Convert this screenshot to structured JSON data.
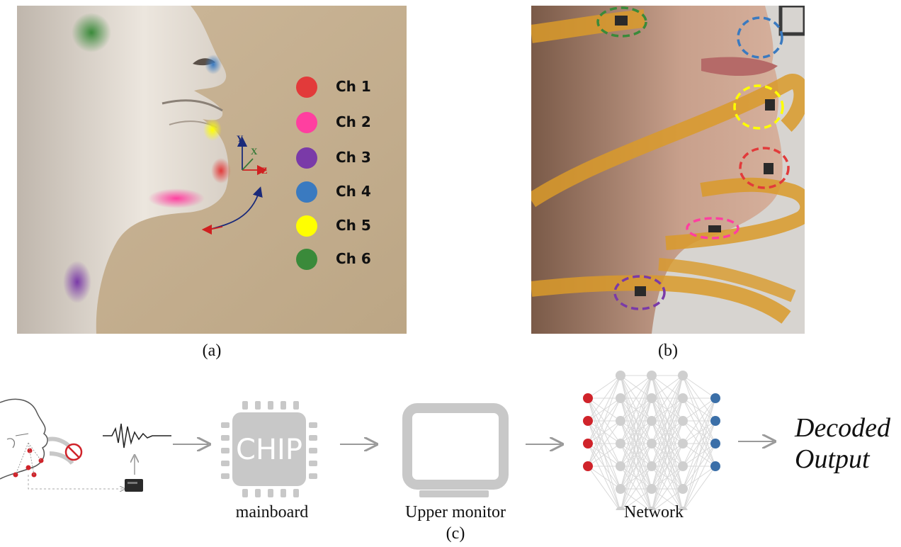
{
  "panel_a": {
    "caption": "(a)",
    "legend": [
      {
        "label": "Ch 1",
        "color": "#e23a3a"
      },
      {
        "label": "Ch 2",
        "color": "#ff3fa0"
      },
      {
        "label": "Ch 3",
        "color": "#7a3aa8"
      },
      {
        "label": "Ch 4",
        "color": "#3a7ac0"
      },
      {
        "label": "Ch 5",
        "color": "#ffff00"
      },
      {
        "label": "Ch 6",
        "color": "#3a8a3a"
      }
    ],
    "axes": {
      "y": "Y",
      "x": "X",
      "z": "Z"
    }
  },
  "panel_b": {
    "caption": "(b)"
  },
  "panel_c": {
    "caption": "(c)",
    "stages": {
      "chip_text": "CHIP",
      "mainboard": "mainboard",
      "monitor": "Upper monitor",
      "network": "Network",
      "output_line1": "Decoded",
      "output_line2": "Output"
    }
  },
  "colors": {
    "background_a": "#c9b496",
    "skin": "#e6dfd6",
    "ribbon": "#d99a2a",
    "gray_icon": "#c8c8c8",
    "arrow_gray": "#9a9a9a",
    "node_red": "#d0232a",
    "node_blue": "#3b6fa8",
    "node_gray": "#cfcfcf"
  }
}
